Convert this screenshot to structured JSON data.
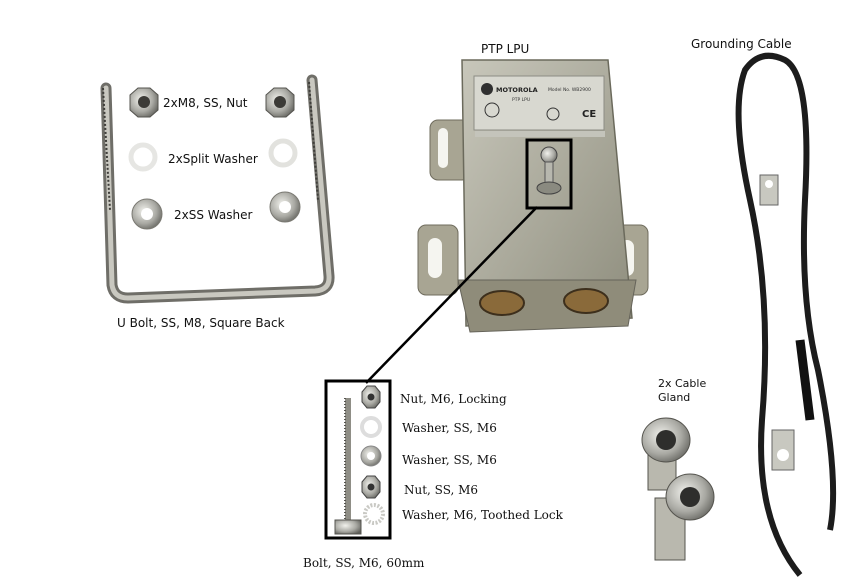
{
  "labels": {
    "ptp_lpu": "PTP LPU",
    "grounding_cable": "Grounding Cable",
    "nut_m8": "2xM8, SS, Nut",
    "split_washer": "2xSplit Washer",
    "ss_washer": "2xSS Washer",
    "u_bolt": "U Bolt, SS, M8, Square Back",
    "cable_gland_1": "2x Cable",
    "cable_gland_2": "Gland",
    "nut_m6_locking": "Nut, M6, Locking",
    "washer_ss_m6_a": "Washer, SS, M6",
    "washer_ss_m6_b": "Washer, SS, M6",
    "nut_ss_m6": "Nut, SS, M6",
    "washer_toothed": "Washer, M6, Toothed Lock",
    "bolt": "Bolt, SS, M6, 60mm"
  },
  "device": {
    "brand": "MOTOROLA",
    "model_text": "Model No. WB2900",
    "ptp_text": "PTP LPU"
  }
}
